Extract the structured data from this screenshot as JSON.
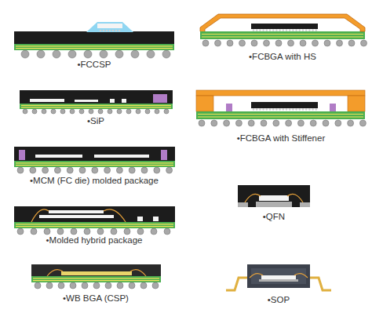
{
  "diagram": {
    "labels": [
      "•FCCSP",
      "•SiP",
      "•MCM (FC die) molded package",
      "•Molded hybrid package",
      "•WB BGA (CSP)",
      "•FCBGA with HS",
      "•FCBGA with Stiffener",
      "•QFN",
      "•SOP"
    ]
  }
}
